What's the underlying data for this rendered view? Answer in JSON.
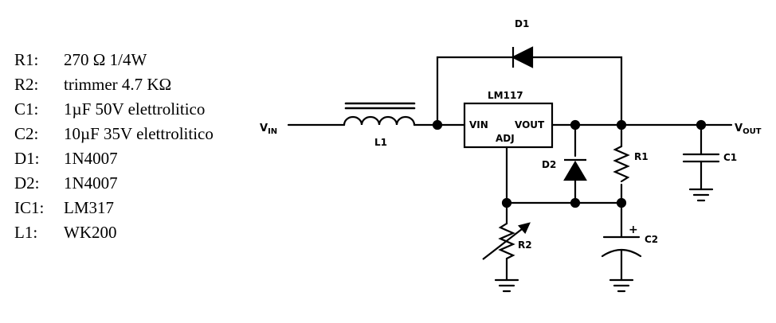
{
  "components": [
    {
      "ref": "R1:",
      "value": "270 Ω 1/4W"
    },
    {
      "ref": "R2:",
      "value": "trimmer 4.7 KΩ"
    },
    {
      "ref": "C1:",
      "value": "1µF 50V elettrolitico"
    },
    {
      "ref": "C2:",
      "value": "10µF 35V elettrolitico"
    },
    {
      "ref": "D1:",
      "value": "1N4007"
    },
    {
      "ref": "D2:",
      "value": "1N4007"
    },
    {
      "ref": "IC1:",
      "value": "LM317"
    },
    {
      "ref": "L1:",
      "value": "WK200"
    }
  ],
  "schematic": {
    "vin_main": "V",
    "vin_sub": "IN",
    "vout_main": "V",
    "vout_sub": "OUT",
    "ic_name": "LM117",
    "ic_pin_vin": "VIN",
    "ic_pin_vout": "VOUT",
    "ic_pin_adj": "ADJ",
    "d1": "D1",
    "d2": "D2",
    "l1": "L1",
    "r1": "R1",
    "r2": "R2",
    "c1": "C1",
    "c2": "C2",
    "c2_polarity": "+"
  }
}
